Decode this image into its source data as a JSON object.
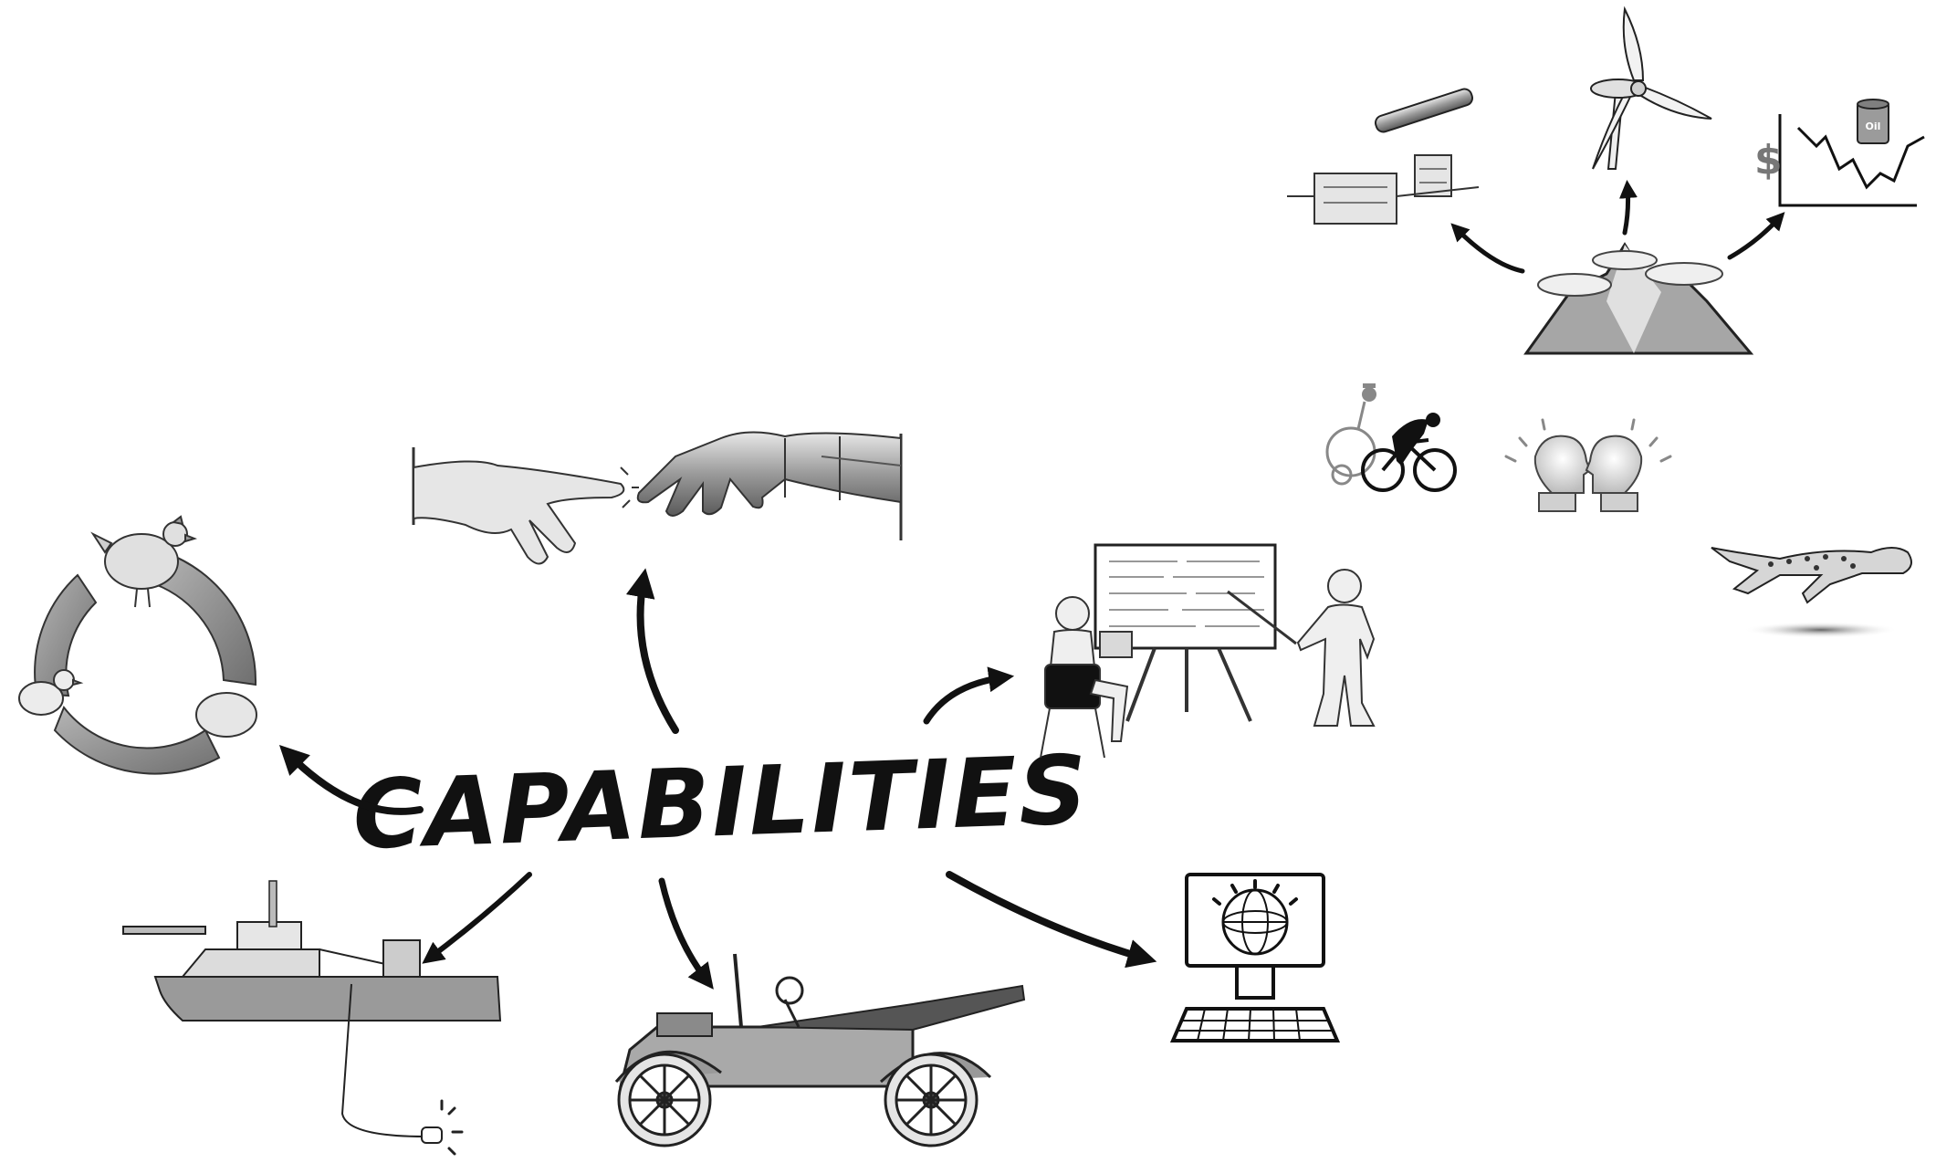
{
  "diagram": {
    "central_label": "CAPABILITIES",
    "illustrations": [
      {
        "id": "chicken-egg-cycle",
        "icon": "chicken-egg-cycle-icon"
      },
      {
        "id": "hands-human-robot",
        "icon": "human-robot-hands-icon"
      },
      {
        "id": "teacher-whiteboard",
        "icon": "teacher-whiteboard-icon"
      },
      {
        "id": "computer-globe",
        "icon": "computer-globe-icon"
      },
      {
        "id": "vintage-car",
        "icon": "vintage-car-icon"
      },
      {
        "id": "offshore-ship",
        "icon": "offshore-ship-icon"
      },
      {
        "id": "mountain-resources",
        "icon": "mountain-icon"
      },
      {
        "id": "subsea-equipment",
        "icon": "subsea-equipment-icon"
      },
      {
        "id": "wind-turbine",
        "icon": "wind-turbine-icon"
      },
      {
        "id": "oil-price-chart",
        "icon": "oil-price-chart-icon"
      },
      {
        "id": "cyclists",
        "icon": "cyclists-icon"
      },
      {
        "id": "lightbulb-heads",
        "icon": "lightbulb-heads-icon"
      },
      {
        "id": "cheetah",
        "icon": "cheetah-icon"
      }
    ],
    "dollar_sign": "$",
    "oil_barrel_label": "Oil"
  },
  "colors": {
    "ink": "#111111",
    "mid_gray": "#8c8c8c",
    "light_gray": "#c9c9c9",
    "dark_gray": "#555555"
  }
}
